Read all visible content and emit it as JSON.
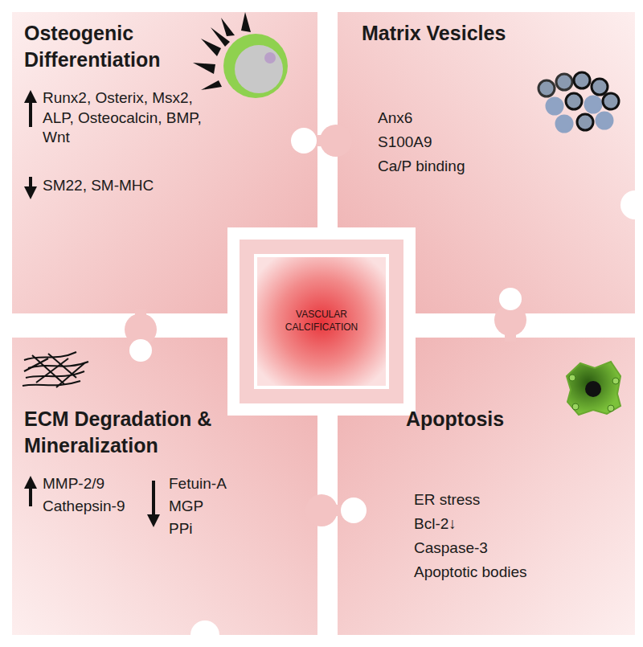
{
  "diagram": {
    "nodes": [
      {
        "text": [
          "Osteogenic Differentiation",
          "Runx2, Osterix, Msx2, ALP, Osteocalcin, BMP, Wnt",
          "SM22, SM-MHC"
        ]
      },
      {
        "text": [
          "Matrix Vesicles",
          "Anx6",
          "S100A9",
          "Ca/P binding"
        ]
      },
      {
        "text": [
          "VASCULAR CALCIFICATION"
        ]
      },
      {
        "text": [
          "ECM Degradation & Mineralization",
          "MMP-2/9",
          "Cathepsin-9",
          "Fetuin-A",
          "MGP",
          "PPi"
        ]
      },
      {
        "text": [
          "Apoptosis",
          "ER stress",
          "Bcl-2↓",
          "Caspase-3",
          "Apoptotic bodies"
        ]
      }
    ]
  }
}
